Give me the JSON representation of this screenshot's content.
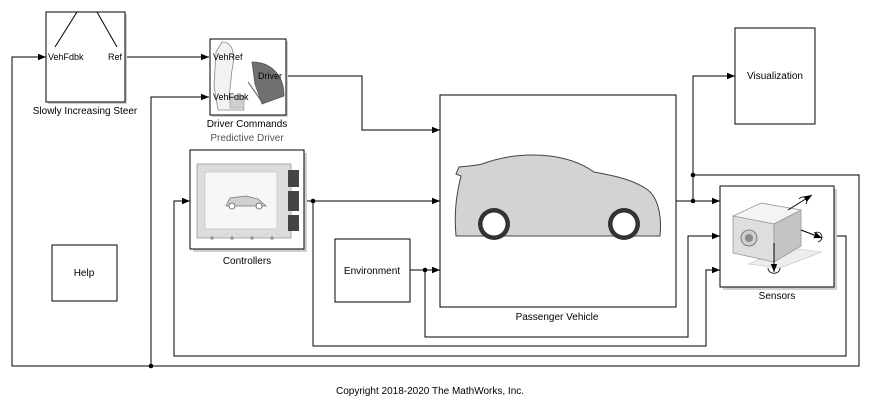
{
  "blocks": {
    "slowly_increasing_steer": {
      "name": "Slowly Increasing Steer",
      "port_in": "VehFdbk",
      "port_out": "Ref"
    },
    "driver_commands": {
      "name": "Driver Commands",
      "subtitle": "Predictive Driver",
      "port_in_ref": "VehRef",
      "port_in_fdbk": "VehFdbk",
      "port_out": "Driver"
    },
    "visualization": {
      "name": "Visualization"
    },
    "passenger_vehicle": {
      "name": "Passenger Vehicle"
    },
    "controllers": {
      "name": "Controllers"
    },
    "environment": {
      "name": "Environment"
    },
    "sensors": {
      "name": "Sensors"
    },
    "help": {
      "name": "Help"
    }
  },
  "footer": {
    "copyright": "Copyright 2018-2020 The MathWorks, Inc."
  },
  "colors": {
    "line": "#000000",
    "vehicle_body": "#d3d3d3",
    "wheel": "#333333",
    "driver_seat": "#707070"
  }
}
